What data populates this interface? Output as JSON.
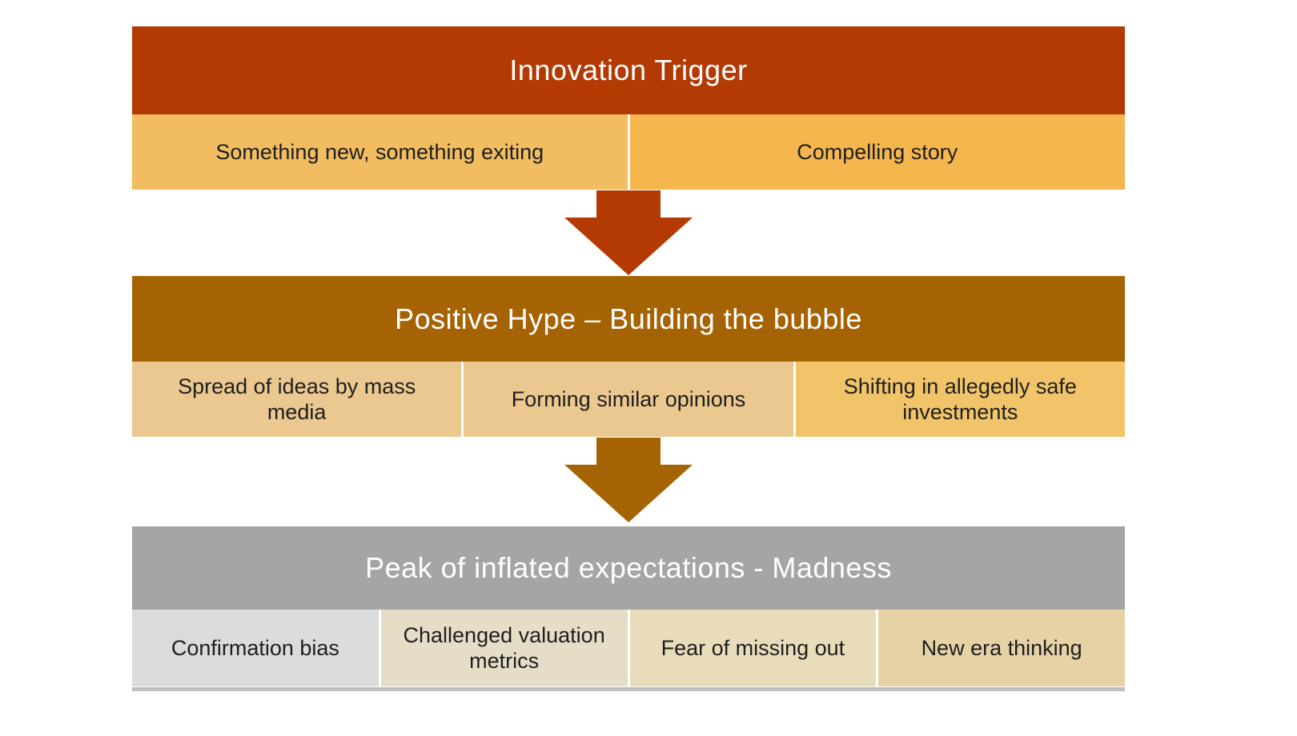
{
  "diagram": {
    "text_colors": {
      "header": "#ffffff",
      "item": "#1f1f1f"
    },
    "sections": [
      {
        "title": "Innovation Trigger",
        "header_bg": "#b43a04",
        "items": [
          {
            "label": "Something new, something exiting",
            "bg": "#f2bd60"
          },
          {
            "label": "Compelling story",
            "bg": "#f6b64e"
          }
        ]
      },
      {
        "title": "Positive Hype – Building the bubble",
        "header_bg": "#a66303",
        "items": [
          {
            "label": "Spread of ideas by mass media",
            "bg": "#ebc88f"
          },
          {
            "label": "Forming similar opinions",
            "bg": "#ebc88f"
          },
          {
            "label": "Shifting in allegedly safe investments",
            "bg": "#f2c469"
          }
        ]
      },
      {
        "title": "Peak of inflated expectations - Madness",
        "header_bg": "#a5a5a5",
        "items": [
          {
            "label": "Confirmation bias",
            "bg": "#dbdbdb"
          },
          {
            "label": "Challenged valuation metrics",
            "bg": "#e6ddc7"
          },
          {
            "label": "Fear of missing out",
            "bg": "#e9dcba"
          },
          {
            "label": "New era thinking",
            "bg": "#e6d2a4"
          }
        ]
      }
    ],
    "arrows": [
      {
        "color": "#b43a04"
      },
      {
        "color": "#a66303"
      }
    ]
  }
}
